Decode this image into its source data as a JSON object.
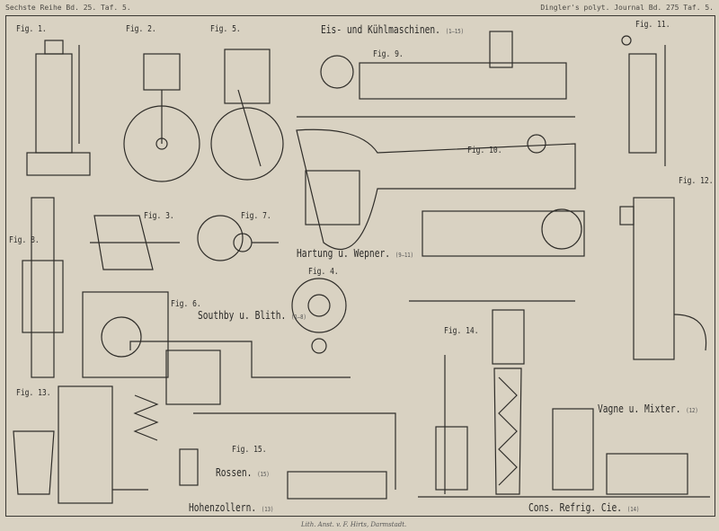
{
  "header": {
    "left": "Sechste Reihe Bd. 25. Taf. 5.",
    "right": "Dingler's polyt. Journal Bd. 275 Taf. 5."
  },
  "title": {
    "text": "Eis- und Kühlmaschinen.",
    "range": "(1–15)"
  },
  "figures": [
    "Fig. 1.",
    "Fig. 2.",
    "Fig. 5.",
    "Fig. 9.",
    "Fig. 11.",
    "Fig. 10.",
    "Fig. 12.",
    "Fig. 3.",
    "Fig. 7.",
    "Fig. 8.",
    "Fig. 4.",
    "Fig. 6.",
    "Fig. 14.",
    "Fig. 13.",
    "Fig. 15."
  ],
  "makers": [
    {
      "name": "Hartung u. Wepner.",
      "range": "(9–11)"
    },
    {
      "name": "Southby u. Blith.",
      "range": "(1–8)"
    },
    {
      "name": "Vagne u. Mixter.",
      "range": "(12)"
    },
    {
      "name": "Rossen.",
      "range": "(15)"
    },
    {
      "name": "Hohenzollern.",
      "range": "(13)"
    },
    {
      "name": "Cons. Refrig. Cie.",
      "range": "(14)"
    }
  ],
  "credit": "Lith. Anst. v. F. Hirts, Darmstadt."
}
